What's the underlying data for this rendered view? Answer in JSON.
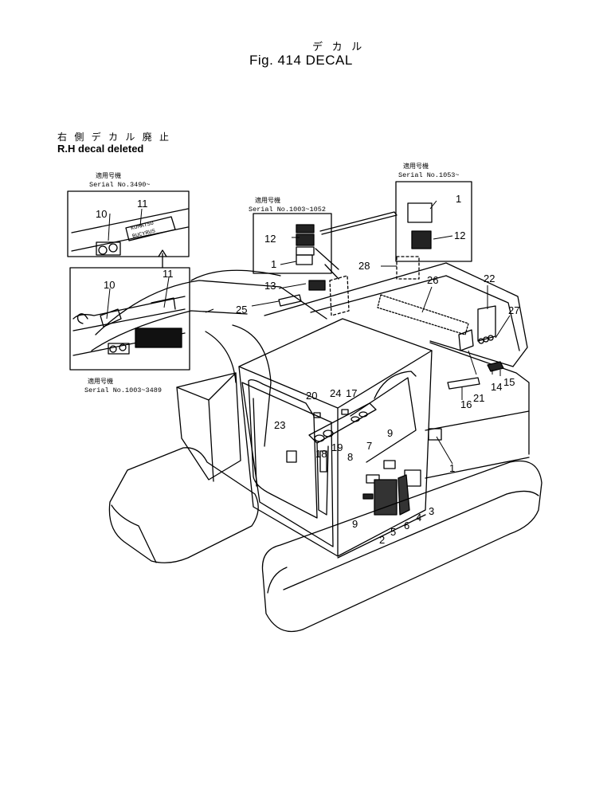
{
  "title_jp": "デ カ ル",
  "title": "Fig. 414  DECAL",
  "rh_note_jp": "右 側 デ カ ル 廃 止",
  "rh_note": "R.H decal deleted",
  "insets": {
    "top_left": {
      "label_jp": "適用号機",
      "serial": "Serial  No.3490~"
    },
    "bottom_left": {
      "label_jp": "適用号機",
      "serial": "Serial  No.1003~3489"
    },
    "middle": {
      "label_jp": "適用号機",
      "serial": "Serial  No.1003~1052"
    },
    "right": {
      "label_jp": "適用号機",
      "serial": "Serial  No.1053~"
    }
  },
  "inset_text": {
    "komatsu": "KOMATSU",
    "bucyrus": "BUCYRUS"
  },
  "callouts": {
    "c1a": "1",
    "c1b": "1",
    "c1c": "1",
    "c2": "2",
    "c3": "3",
    "c4": "4",
    "c5": "5",
    "c6": "6",
    "c7": "7",
    "c8": "8",
    "c9a": "9",
    "c9b": "9",
    "c10a": "10",
    "c10b": "10",
    "c11a": "11",
    "c11b": "11",
    "c12a": "12",
    "c12b": "12",
    "c13": "13",
    "c14": "14",
    "c15": "15",
    "c16": "16",
    "c17": "17",
    "c18": "18",
    "c19": "19",
    "c20": "20",
    "c21": "21",
    "c22": "22",
    "c23": "23",
    "c24": "24",
    "c25": "25",
    "c26": "26",
    "c27": "27",
    "c28": "28"
  }
}
